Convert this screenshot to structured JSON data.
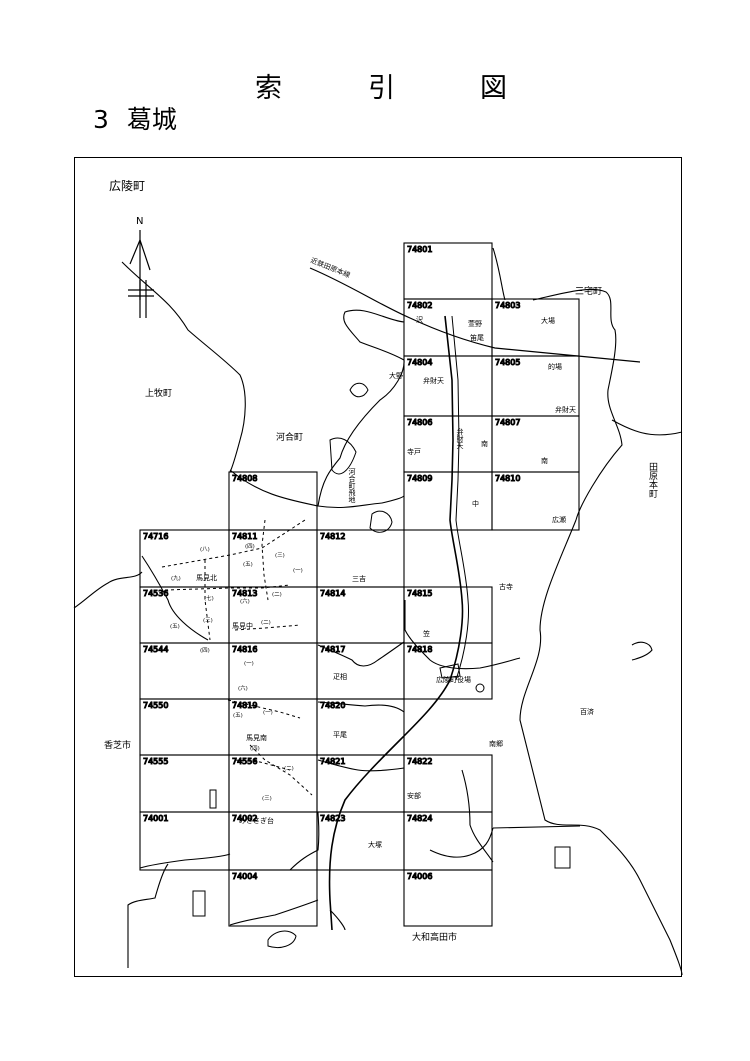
{
  "header": {
    "index_title_chars": [
      "索",
      "引",
      "図"
    ],
    "section_number": "3",
    "section_name": "葛城"
  },
  "grid": {
    "sheets": [
      "74801",
      "74802",
      "74803",
      "74804",
      "74805",
      "74806",
      "74807",
      "74809",
      "74810",
      "74808",
      "74811",
      "74812",
      "74716",
      "74536",
      "74813",
      "74814",
      "74815",
      "74544",
      "74816",
      "74817",
      "74818",
      "74550",
      "74819",
      "74820",
      "74555",
      "74556",
      "74821",
      "74822",
      "74001",
      "74002",
      "74823",
      "74824",
      "74004",
      "74006"
    ]
  },
  "places": {
    "neighbors": [
      "広陵町",
      "上牧町",
      "河合町",
      "三宅町",
      "田原本町",
      "香芝市",
      "大和高田市"
    ],
    "districts": [
      "沢",
      "萱野",
      "笛尾",
      "大場",
      "大野",
      "弁財天",
      "的場",
      "弁財天",
      "寺戸",
      "弁財天",
      "南",
      "南",
      "河合町飛地",
      "中",
      "広瀬",
      "三吉",
      "古寺",
      "笠",
      "疋相",
      "広陵町役場",
      "平尾",
      "百済",
      "南郷",
      "安部",
      "大塚",
      "みささぎ台",
      "馬見北",
      "馬見中",
      "馬見南"
    ],
    "ward_marks": [
      "(四)",
      "(三)",
      "(五)",
      "(一)",
      "(二)",
      "(六)",
      "(八)",
      "(九)",
      "(七)",
      "(三)",
      "(五)",
      "(二)",
      "(四)",
      "(一)",
      "(六)",
      "(一)",
      "(五)",
      "(二)",
      "(四)",
      "(三)"
    ]
  },
  "railway": {
    "name": "近鉄田原本線"
  },
  "compass": {
    "label": "N"
  }
}
